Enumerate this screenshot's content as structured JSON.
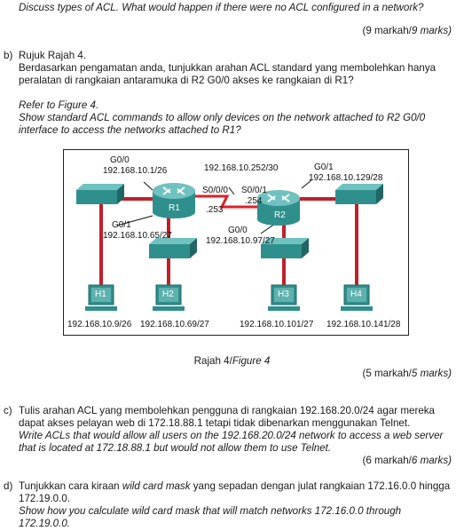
{
  "intro": {
    "question_en": "Discuss types of ACL. What would happen if there were no ACL configured in a network?",
    "marks_ms": "(9 markah/",
    "marks_en": "9 marks)"
  },
  "part_b": {
    "label": "b)",
    "ms_line1": "Rujuk Rajah 4.",
    "ms_line2": "Berdasarkan pengamatan anda, tunjukkan arahan ACL standard yang membolehkan hanya",
    "ms_line3": "peralatan di rangkaian antaramuka di R2 G0/0 akses ke rangkaian di R1?",
    "en_line1": "Refer to Figure 4.",
    "en_line2": "Show standard ACL commands to allow only devices on the network attached to R2 G0/0",
    "en_line3": "interface to access the networks attached to R1?",
    "marks_ms": "(5 markah/",
    "marks_en": "5 marks)"
  },
  "figure": {
    "caption_ms": "Rajah 4/",
    "caption_en": "Figure 4",
    "r1_g00_name": "G0/0",
    "r1_g00_ip": "192.168.10.1/26",
    "serial_net": "192.168.10.252/30",
    "r2_g01_name": "G0/1",
    "r2_g01_ip": "192.168.10.129/28",
    "r1_s000": "S0/0/0",
    "r1_s000_ip": ".253",
    "r2_s001": "S0/0/1",
    "r2_s001_ip": ".254",
    "r1_label": "R1",
    "r2_label": "R2",
    "r1_g01_name": "G0/1",
    "r1_g01_ip": "192.168.10.65/27",
    "r2_g00_name": "G0/0",
    "r2_g00_ip": "192.168.10.97/27",
    "hosts": [
      {
        "label": "H1",
        "ip": "192.168.10.9/26"
      },
      {
        "label": "H2",
        "ip": "192.168.10.69/27"
      },
      {
        "label": "H3",
        "ip": "192.168.10.101/27"
      },
      {
        "label": "H4",
        "ip": "192.168.10.141/28"
      }
    ]
  },
  "part_c": {
    "label": "c)",
    "ms_line1": "Tulis arahan ACL yang membolehkan pengguna di rangkaian 192.168.20.0/24 agar mereka",
    "ms_line2": "dapat akses pelayan web di 172.18.88.1 tetapi tidak dibenarkan menggunakan Telnet.",
    "en_line1": "Write ACLs that would allow all users on the 192.168.20.0/24 network to access a web server",
    "en_line2": "that is located at 172.18.88.1 but would not allow them to use Telnet.",
    "marks_ms": "(6 markah/",
    "marks_en": "6 marks)"
  },
  "part_d": {
    "label": "d)",
    "ms_line1_a": "Tunjukkan cara kiraan ",
    "ms_line1_b": "wild card mask",
    "ms_line1_c": " yang sepadan dengan julat rangkaian 172.16.0.0 hingga",
    "ms_line2": "172.19.0.0.",
    "en_line1": "Show how you calculate wild card mask that will match networks 172.16.0.0 through",
    "en_line2": "172.19.0.0."
  },
  "colors": {
    "device_teal": "#2f8f8c",
    "link_red": "#c0202a",
    "serial_red": "#e0202a"
  }
}
